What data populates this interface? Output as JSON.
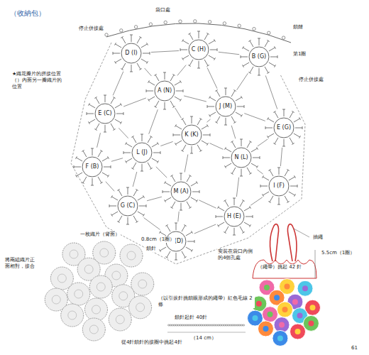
{
  "diagram": {
    "title": "（收納包）",
    "nodes": [
      {
        "text": [
          "D (I)"
        ]
      },
      {
        "text": [
          "C (H)"
        ]
      },
      {
        "text": [
          "B (G)"
        ]
      },
      {
        "text": [
          "E (C)"
        ]
      },
      {
        "text": [
          "A (N)"
        ]
      },
      {
        "text": [
          "J (M)"
        ]
      },
      {
        "text": [
          "E (G)"
        ]
      },
      {
        "text": [
          "F (B)"
        ]
      },
      {
        "text": [
          "L (J)"
        ]
      },
      {
        "text": [
          "K (K)"
        ]
      },
      {
        "text": [
          "N (L)"
        ]
      },
      {
        "text": [
          "I (F)"
        ]
      },
      {
        "text": [
          "G (C)"
        ]
      },
      {
        "text": [
          "M (A)"
        ]
      },
      {
        "text": [
          "H (E)"
        ]
      },
      {
        "text": [
          "B (D)"
        ]
      }
    ],
    "edges": [
      {
        "from": 0,
        "to": 1,
        "arrow": "none"
      },
      {
        "from": 1,
        "to": 2,
        "arrow": "none"
      },
      {
        "from": 0,
        "to": 4,
        "arrow": "none"
      },
      {
        "from": 1,
        "to": 4,
        "arrow": "none"
      },
      {
        "from": 1,
        "to": 5,
        "arrow": "none"
      },
      {
        "from": 2,
        "to": 5,
        "arrow": "none"
      },
      {
        "from": 2,
        "to": 6,
        "arrow": "none"
      },
      {
        "from": 0,
        "to": 3,
        "arrow": "none"
      },
      {
        "from": 3,
        "to": 4,
        "arrow": "none"
      },
      {
        "from": 4,
        "to": 5,
        "arrow": "none"
      },
      {
        "from": 4,
        "to": 9,
        "arrow": "none"
      },
      {
        "from": 4,
        "to": 8,
        "arrow": "none"
      },
      {
        "from": 3,
        "to": 8,
        "arrow": "none"
      },
      {
        "from": 3,
        "to": 7,
        "arrow": "none"
      },
      {
        "from": 7,
        "to": 8,
        "arrow": "none"
      },
      {
        "from": 8,
        "to": 9,
        "arrow": "none"
      },
      {
        "from": 9,
        "to": 5,
        "arrow": "none"
      },
      {
        "from": 5,
        "to": 10,
        "arrow": "none"
      },
      {
        "from": 5,
        "to": 6,
        "arrow": "none"
      },
      {
        "from": 6,
        "to": 10,
        "arrow": "none"
      },
      {
        "from": 6,
        "to": 11,
        "arrow": "none"
      },
      {
        "from": 10,
        "to": 11,
        "arrow": "none"
      },
      {
        "from": 9,
        "to": 10,
        "arrow": "none"
      },
      {
        "from": 8,
        "to": 12,
        "arrow": "none"
      },
      {
        "from": 7,
        "to": 12,
        "arrow": "none"
      },
      {
        "from": 12,
        "to": 13,
        "arrow": "none"
      },
      {
        "from": 8,
        "to": 13,
        "arrow": "none"
      },
      {
        "from": 9,
        "to": 13,
        "arrow": "none"
      },
      {
        "from": 13,
        "to": 14,
        "arrow": "none"
      },
      {
        "from": 10,
        "to": 14,
        "arrow": "none"
      },
      {
        "from": 14,
        "to": 11,
        "arrow": "none"
      },
      {
        "from": 13,
        "to": 15,
        "arrow": "none"
      },
      {
        "from": 14,
        "to": 15,
        "arrow": "none"
      },
      {
        "from": 12,
        "to": 15,
        "arrow": "none"
      }
    ],
    "labels": [
      "袋口處",
      "停止併接處",
      "鎖鏈",
      "第1圈",
      "停止併接處",
      "★織花瓣片的拼接位置（）內面另一瓣織片的位置",
      "一枚織片（背面）",
      "0.8cm（1圈）",
      "鎖針",
      "將兩組織片正面相對，接合",
      "從4針鎖針的接圈中挑起4針",
      "（以引拔針挑鎖眼形成的繩帶）紅色毛線 2條",
      "鎖針起針 40針",
      "（14 cm）",
      "安裝在袋口內側的4個孔處",
      "抽繩",
      "5.5cm（1圈）",
      "（繩帶）挑起 42 針",
      "61"
    ]
  }
}
